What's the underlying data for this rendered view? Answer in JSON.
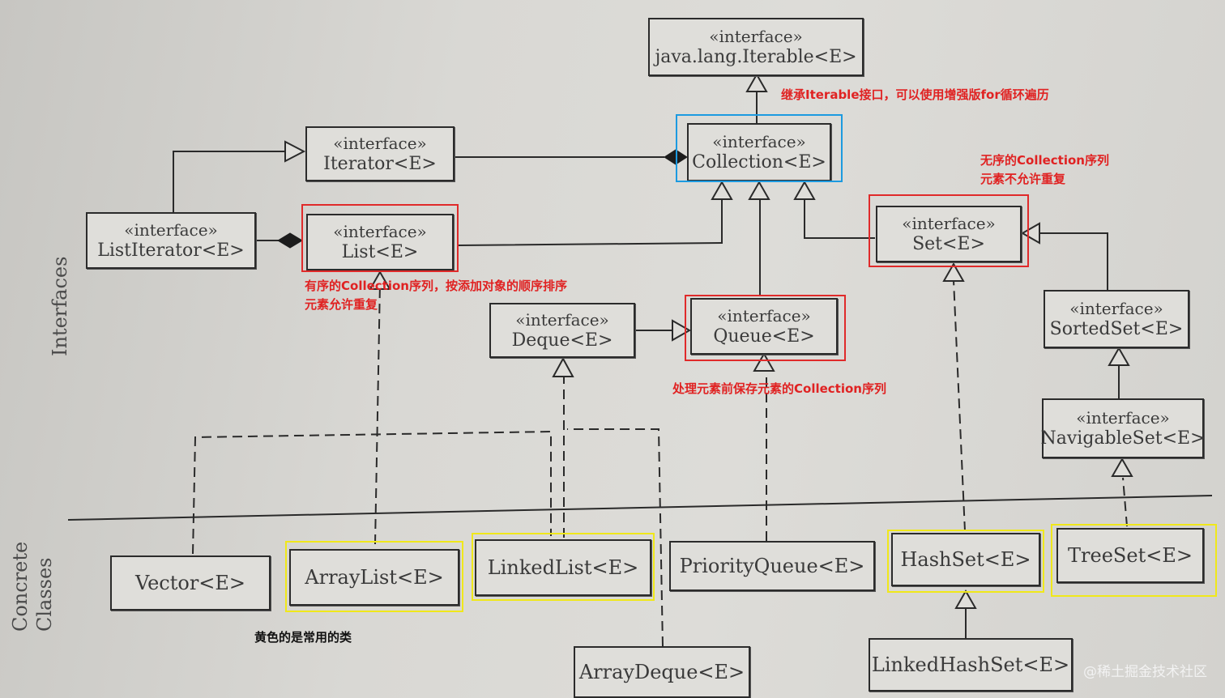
{
  "side_labels": {
    "interfaces": "Interfaces",
    "concrete_line1": "Concrete",
    "concrete_line2": "Classes"
  },
  "stereotype": "«interface»",
  "interfaces": {
    "iterable": "java.lang.Iterable<E>",
    "iterator": "Iterator<E>",
    "collection": "Collection<E>",
    "list_iterator": "ListIterator<E>",
    "list": "List<E>",
    "set": "Set<E>",
    "deque": "Deque<E>",
    "queue": "Queue<E>",
    "sorted_set": "SortedSet<E>",
    "navigable_set": "NavigableSet<E>"
  },
  "classes": {
    "vector": "Vector<E>",
    "array_list": "ArrayList<E>",
    "linked_list": "LinkedList<E>",
    "priority_queue": "PriorityQueue<E>",
    "hash_set": "HashSet<E>",
    "tree_set": "TreeSet<E>",
    "array_deque": "ArrayDeque<E>",
    "linked_hash_set": "LinkedHashSet<E>"
  },
  "annotations": {
    "iterable_note": "继承Iterable接口，可以使用增强版for循环遍历",
    "set_note_line1": "无序的Collection序列",
    "set_note_line2": "元素不允许重复",
    "list_note_line1": "有序的Collection序列，按添加对象的顺序排序",
    "list_note_line2": "元素允许重复",
    "queue_note": "处理元素前保存元素的Collection序列",
    "yellow_note": "黄色的是常用的类"
  },
  "colors": {
    "red": "#e02a2a",
    "blue": "#1c9ae0",
    "yellow": "#f0e81a"
  },
  "watermark": "@稀土掘金技术社区"
}
